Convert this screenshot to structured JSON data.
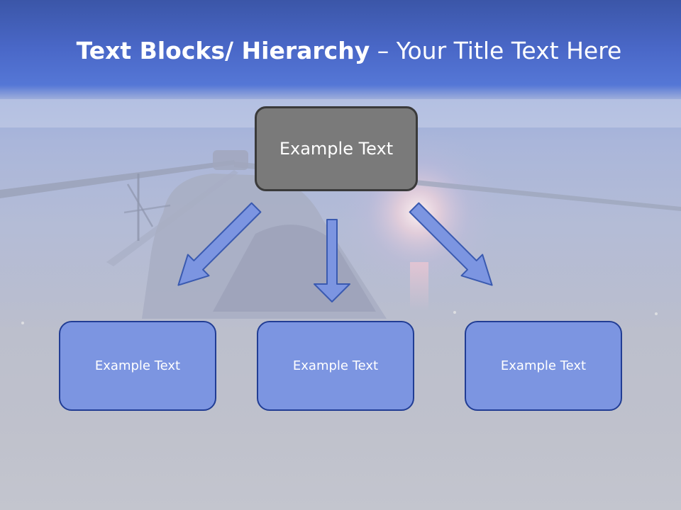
{
  "title": {
    "bold": "Text Blocks/ Hierarchy",
    "separator": " – ",
    "rest": "Your Title Text Here"
  },
  "diagram": {
    "root": {
      "label": "Example Text"
    },
    "children": [
      {
        "label": "Example Text"
      },
      {
        "label": "Example Text"
      },
      {
        "label": "Example Text"
      }
    ]
  },
  "colors": {
    "title_band": "#4a68c8",
    "root_fill": "#7a7a7a",
    "root_border": "#3a3a3a",
    "child_fill": "#7c95e1",
    "child_border": "#213d94",
    "arrow_fill": "#7c95e1",
    "arrow_stroke": "#3a5ab0"
  },
  "background": {
    "image": "helicopter-at-sunset-photo"
  }
}
